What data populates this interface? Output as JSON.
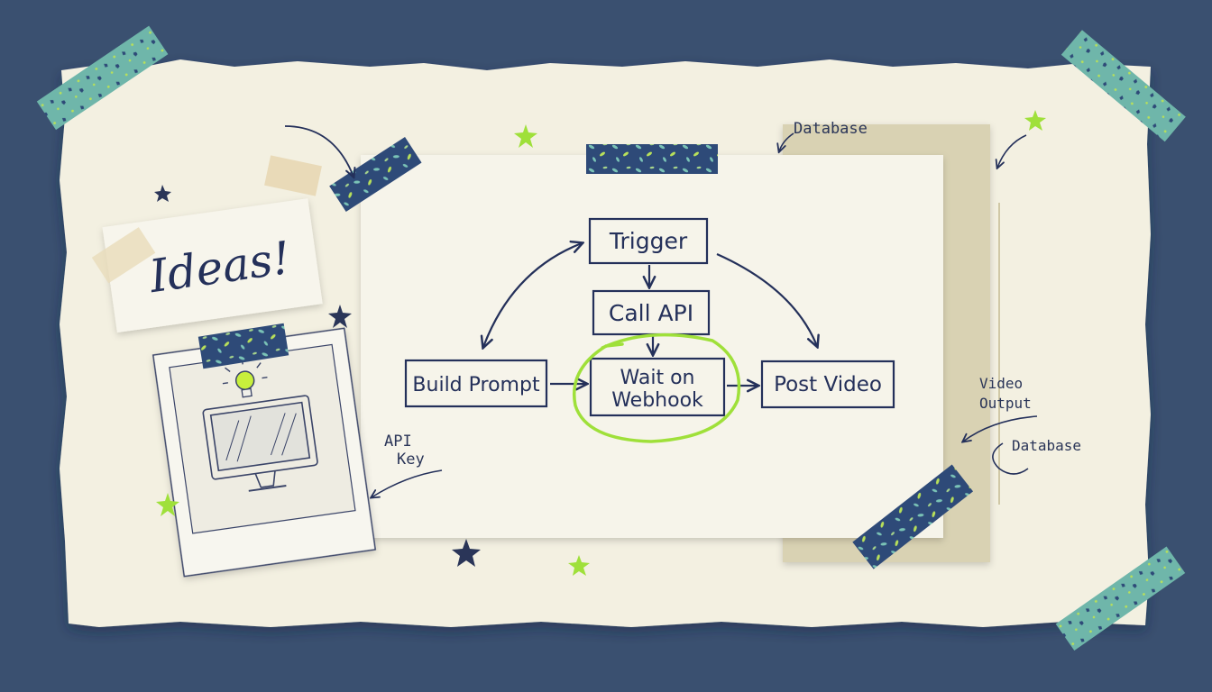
{
  "colors": {
    "background": "#3a5070",
    "paper": "#f3f0e1",
    "ink": "#24305a",
    "highlight": "#9fe03a",
    "tape_dark": "#2e4a78",
    "tape_light": "#6fb6aa",
    "kraft": "#d9d2b3"
  },
  "note": {
    "title": "Ideas!"
  },
  "polaroid": {
    "icon": "monitor-with-lightbulb"
  },
  "flow": {
    "nodes": {
      "trigger": "Trigger",
      "call_api": "Call API",
      "build_prompt": "Build Prompt",
      "wait_line1": "Wait on",
      "wait_line2": "Webhook",
      "post_video": "Post Video"
    },
    "highlighted_node": "wait_on_webhook"
  },
  "annotations": {
    "database_top": "Database",
    "api_key_line1": "API",
    "api_key_line2": "Key",
    "video_output_line1": "Video",
    "video_output_line2": "Output",
    "database_right": "Database"
  }
}
